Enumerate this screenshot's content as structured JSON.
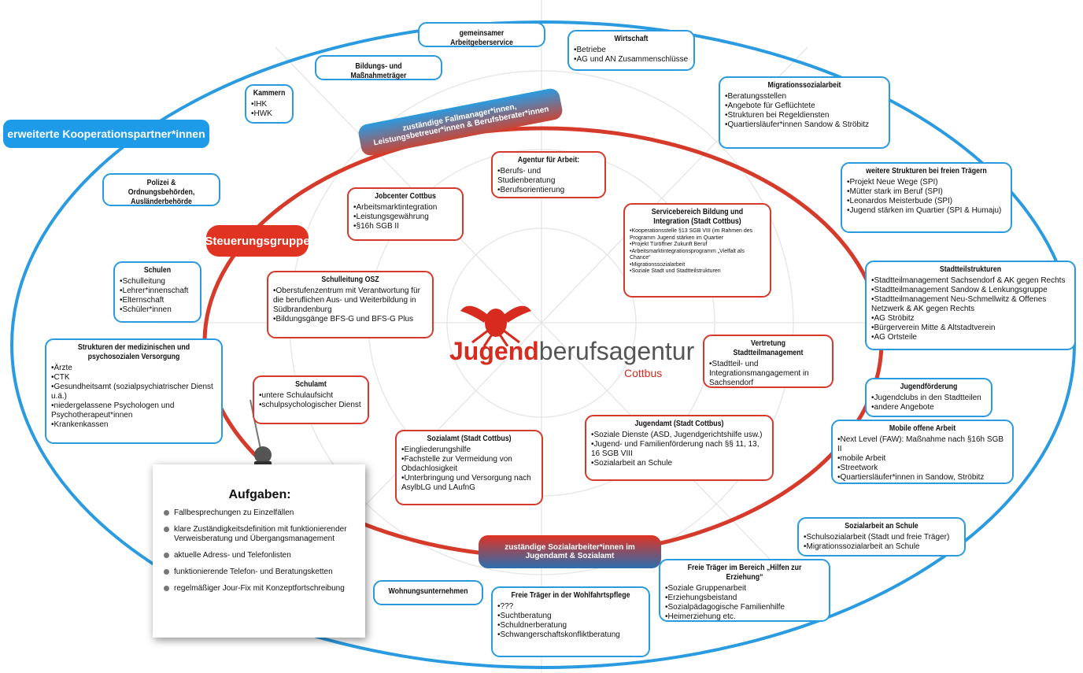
{
  "outer_label": "erweiterte Kooperationspartner*innen",
  "inner_label": "Steuerungsgruppe",
  "banner_top": "zuständige Fallmanager*innen, Leistungsbetreuer*innen & Berufsberater*innen",
  "banner_bottom": "zuständige Sozialarbeiter*innen im Jugendamt & Sozialamt",
  "logo": {
    "word_red": "Jugend",
    "word_rest": "berufsagentur",
    "city": "Cottbus"
  },
  "colors": {
    "outer": "#2a9be0",
    "inner": "#d63a2a",
    "logo_red": "#d62b1e"
  },
  "tasks": {
    "title": "Aufgaben:",
    "items": [
      "Fallbesprechungen zu Einzelfällen",
      "klare Zuständigkeitsdefinition mit funktionierender Verweisberatung und Übergangsmanagement",
      "aktuelle Adress- und Telefonlisten",
      "funktionierende Telefon- und Beratungsketten",
      "regelmäßiger Jour-Fix mit Konzeptfortschreibung"
    ]
  },
  "outer_boxes": {
    "arbeitgeberservice": {
      "title": "gemeinsamer Arbeitgeberservice"
    },
    "wirtschaft": {
      "title": "Wirtschaft",
      "items": [
        "Betriebe",
        "AG und AN Zusammenschlüsse"
      ]
    },
    "bildungstraeger": {
      "title": "Bildungs- und Maßnahmeträger"
    },
    "kammern": {
      "title": "Kammern",
      "items": [
        "IHK",
        "HWK"
      ]
    },
    "migration": {
      "title": "Migrationssozialarbeit",
      "items": [
        "Beratungsstellen",
        "Angebote für Geflüchtete",
        "Strukturen bei Regeldiensten",
        "Quartiersläufer*innen Sandow & Ströbitz"
      ]
    },
    "polizei": {
      "title": "Polizei & Ordnungsbehörden, Ausländerbehörde"
    },
    "freie_traeger": {
      "title": "weitere Strukturen bei freien Trägern",
      "items": [
        "Projekt Neue Wege (SPI)",
        "Mütter stark im Beruf (SPI)",
        "Leonardos Meisterbude (SPI)",
        "Jugend stärken im Quartier (SPI & Humaju)"
      ]
    },
    "schulen": {
      "title": "Schulen",
      "items": [
        "Schulleitung",
        "Lehrer*innenschaft",
        "Elternschaft",
        "Schüler*innen"
      ]
    },
    "stadtteil": {
      "title": "Stadtteilstrukturen",
      "items": [
        "Stadtteilmanagement Sachsendorf & AK gegen Rechts",
        "Stadtteilmanagement Sandow & Lenkungsgruppe",
        "Stadtteilmanagement Neu-Schmellwitz & Offenes Netzwerk & AK gegen Rechts",
        "AG Ströbitz",
        "Bürgerverein Mitte & Altstadtverein",
        "AG Ortsteile"
      ]
    },
    "medizin": {
      "title": "Strukturen der medizinischen und psychosozialen Versorgung",
      "items": [
        "Ärzte",
        "CTK",
        "Gesundheitsamt (sozialpsychiatrischer Dienst u.ä.)",
        "niedergelassene Psychologen und Psychotherapeut*innen",
        "Krankenkassen"
      ]
    },
    "jugendfoerderung": {
      "title": "Jugendförderung",
      "items": [
        "Jugendclubs in den Stadtteilen",
        "andere Angebote"
      ]
    },
    "mobile": {
      "title": "Mobile offene Arbeit",
      "items": [
        "Next Level (FAW): Maßnahme nach §16h SGB II",
        "mobile Arbeit",
        "Streetwork",
        "Quartiersläufer*innen in Sandow, Ströbitz"
      ]
    },
    "sozialarbeit_schule": {
      "title": "Sozialarbeit an Schule",
      "items": [
        "Schulsozialarbeit (Stadt und freie Träger)",
        "Migrationssozialarbeit an Schule"
      ]
    },
    "hze": {
      "title": "Freie Träger im Bereich „Hilfen zur Erziehung“",
      "items": [
        "Soziale Gruppenarbeit",
        "Erziehungsbeistand",
        "Sozialpädagogische Familienhilfe",
        "Heimerziehung etc."
      ]
    },
    "wohnung": {
      "title": "Wohnungsunternehmen"
    },
    "wohlfahrt": {
      "title": "Freie Träger in der Wohlfahrtspflege",
      "items": [
        "???",
        "Suchtberatung",
        "Schuldnerberatung",
        "Schwangerschaftskonfliktberatung"
      ]
    }
  },
  "inner_boxes": {
    "agentur": {
      "title": "Agentur für Arbeit:",
      "items": [
        "Berufs- und Studienberatung",
        "Berufsorientierung"
      ]
    },
    "jobcenter": {
      "title": "Jobcenter Cottbus",
      "items": [
        "Arbeitsmarktintegration",
        "Leistungsgewährung",
        "§16h SGB II"
      ]
    },
    "servicebereich": {
      "title": "Servicebereich Bildung und Integration (Stadt Cottbus)",
      "items": [
        "Kooperationsstelle §13 SGB VIII (im Rahmen des Programm Jugend stärken im Quartier",
        "Projekt Türöffner Zukunft Beruf",
        "Arbeitsmarktintegrationsprogramm „Vielfalt als Chance“",
        "Migrationssozialarbeit",
        "Soziale Stadt und Stadtteilstrukturen"
      ]
    },
    "osz": {
      "title": "Schulleitung OSZ",
      "items": [
        "Oberstufenzentrum mit Verantwortung für die beruflichen Aus- und Weiterbildung in Südbrandenburg",
        "Bildungsgänge BFS-G und BFS-G Plus"
      ]
    },
    "vertretung": {
      "title": "Vertretung Stadtteilmanagement",
      "items": [
        "Stadtteil- und Integrationsmangagement in Sachsendorf"
      ]
    },
    "schulamt": {
      "title": "Schulamt",
      "items": [
        "untere Schulaufsicht",
        "schulpsychologischer Dienst"
      ]
    },
    "jugendamt": {
      "title": "Jugendamt (Stadt Cottbus)",
      "items": [
        "Soziale Dienste (ASD, Jugendgerichtshilfe usw.)",
        "Jugend- und Familienförderung nach §§ 11, 13, 16 SGB VIII",
        "Sozialarbeit an Schule"
      ]
    },
    "sozialamt": {
      "title": "Sozialamt (Stadt Cottbus)",
      "items": [
        "Eingliederungshilfe",
        "Fachstelle zur Vermeidung von Obdachlosigkeit",
        "Unterbringung und Versorgung nach AsylbLG und LAufnG"
      ]
    }
  }
}
